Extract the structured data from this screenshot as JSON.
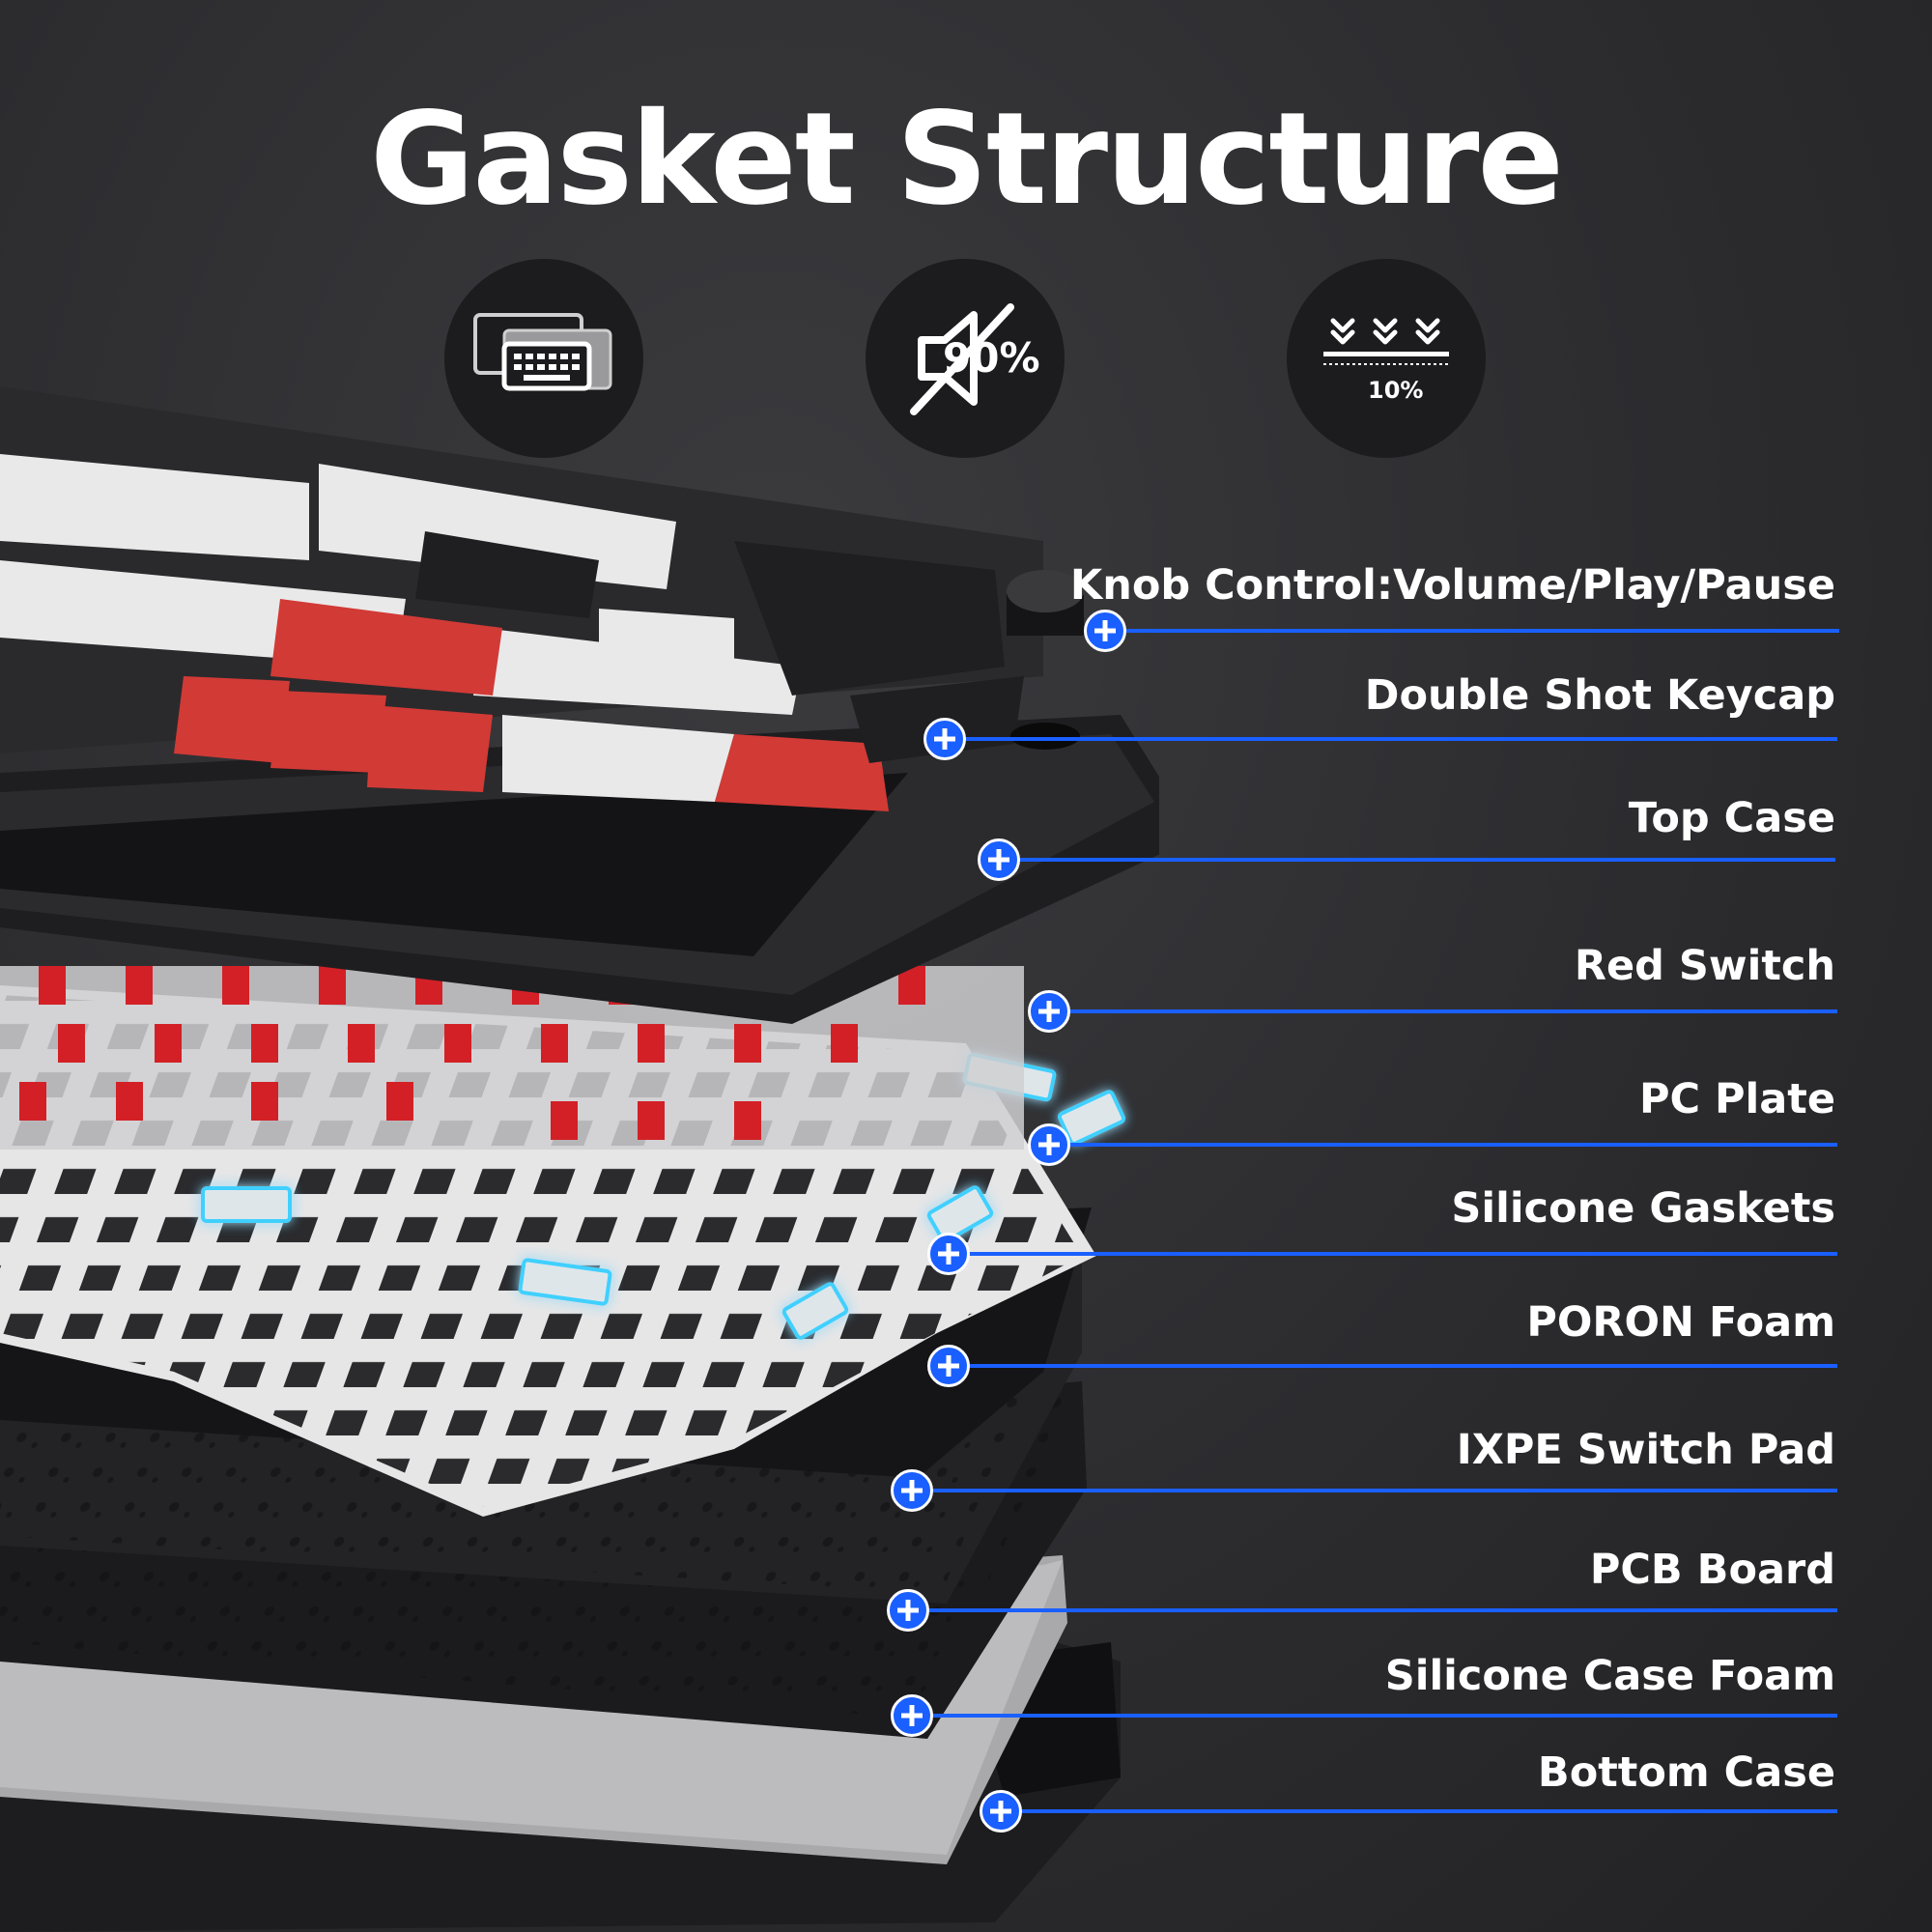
{
  "title": "Gasket Structure",
  "features": [
    {
      "icon": "keyboard-layers-icon"
    },
    {
      "icon": "noise-reduction-icon",
      "text": "90%"
    },
    {
      "icon": "compression-icon",
      "text": "10%"
    }
  ],
  "callouts": [
    {
      "label": "Knob Control:Volume/Play/Pause"
    },
    {
      "label": "Double Shot Keycap"
    },
    {
      "label": "Top Case"
    },
    {
      "label": "Red Switch"
    },
    {
      "label": "PC Plate"
    },
    {
      "label": "Silicone Gaskets"
    },
    {
      "label": "PORON Foam"
    },
    {
      "label": "IXPE Switch Pad"
    },
    {
      "label": "PCB Board"
    },
    {
      "label": "Silicone Case Foam"
    },
    {
      "label": "Bottom Case"
    }
  ],
  "colors": {
    "accent": "#1a5fff",
    "keycap_red": "#d23a36",
    "keycap_white": "#e9e9ea",
    "keycap_black": "#2a2a2c",
    "gasket_glow": "#3fd0ff"
  }
}
